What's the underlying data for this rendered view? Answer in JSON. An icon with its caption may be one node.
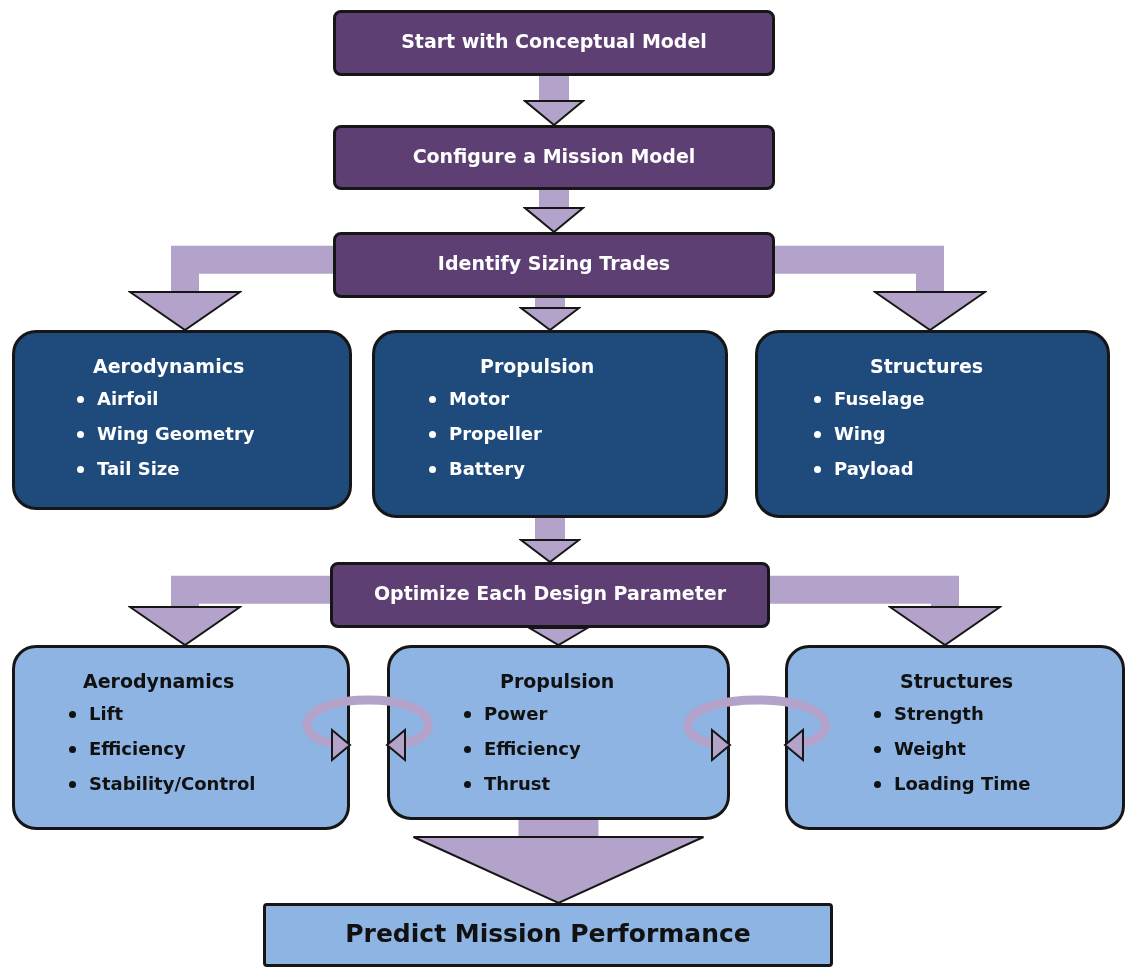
{
  "diagram": {
    "nodes": [
      {
        "text": [
          "Start with Conceptual Model"
        ]
      },
      {
        "text": [
          "Configure a Mission Model"
        ]
      },
      {
        "text": [
          "Identify Sizing Trades"
        ]
      },
      {
        "text": [
          "Aerodynamics",
          "Airfoil",
          "Wing Geometry",
          "Tail Size"
        ]
      },
      {
        "text": [
          "Propulsion",
          "Motor",
          "Propeller",
          "Battery"
        ]
      },
      {
        "text": [
          "Structures",
          "Fuselage",
          "Wing",
          "Payload"
        ]
      },
      {
        "text": [
          "Optimize Each Design Parameter"
        ]
      },
      {
        "text": [
          "Aerodynamics",
          "Lift",
          "Efficiency",
          "Stability/Control"
        ]
      },
      {
        "text": [
          "Propulsion",
          "Power",
          "Efficiency",
          "Thrust"
        ]
      },
      {
        "text": [
          "Structures",
          "Strength",
          "Weight",
          "Loading Time"
        ]
      },
      {
        "text": [
          "Predict Mission Performance"
        ]
      }
    ],
    "edges": [
      {
        "from": 0,
        "to": 1,
        "arrow": "to"
      },
      {
        "from": 1,
        "to": 2,
        "arrow": "to"
      },
      {
        "from": 2,
        "to": 3,
        "arrow": "to"
      },
      {
        "from": 2,
        "to": 4,
        "arrow": "to"
      },
      {
        "from": 2,
        "to": 5,
        "arrow": "to"
      },
      {
        "from": 4,
        "to": 6,
        "arrow": "to"
      },
      {
        "from": 6,
        "to": 7,
        "arrow": "to"
      },
      {
        "from": 6,
        "to": 8,
        "arrow": "to"
      },
      {
        "from": 6,
        "to": 9,
        "arrow": "to"
      },
      {
        "from": 8,
        "to": 10,
        "arrow": "to"
      },
      {
        "from": 7,
        "to": 8,
        "arrow": "both"
      },
      {
        "from": 8,
        "to": 9,
        "arrow": "both"
      }
    ]
  }
}
